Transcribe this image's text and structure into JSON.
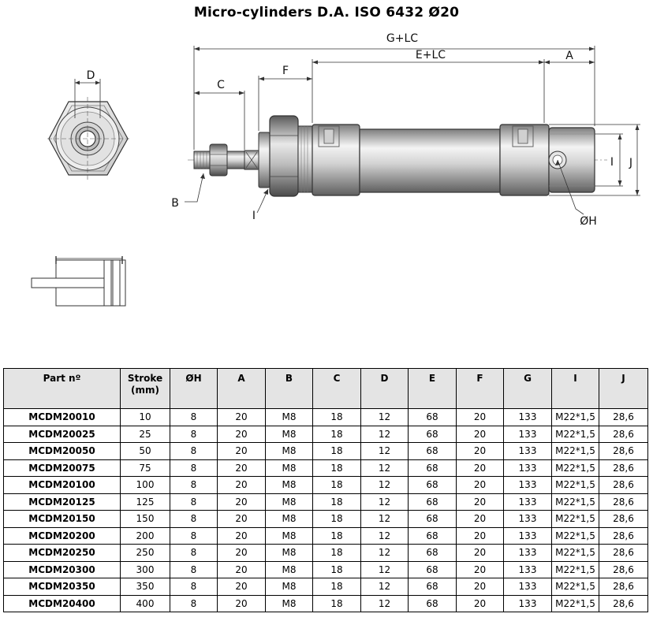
{
  "title": "Micro-cylinders D.A. ISO 6432 Ø20",
  "drawing_labels": {
    "g_lc": "G+LC",
    "e_lc": "E+LC",
    "a": "A",
    "c": "C",
    "f": "F",
    "d": "D",
    "b": "B",
    "i_bottom": "I",
    "i_right": "I",
    "j": "J",
    "oh": "ØH"
  },
  "table": {
    "headers": [
      "Part nº",
      "Stroke\n(mm)",
      "ØH",
      "A",
      "B",
      "C",
      "D",
      "E",
      "F",
      "G",
      "I",
      "J"
    ],
    "rows": [
      [
        "MCDM20010",
        "10",
        "8",
        "20",
        "M8",
        "18",
        "12",
        "68",
        "20",
        "133",
        "M22*1,5",
        "28,6"
      ],
      [
        "MCDM20025",
        "25",
        "8",
        "20",
        "M8",
        "18",
        "12",
        "68",
        "20",
        "133",
        "M22*1,5",
        "28,6"
      ],
      [
        "MCDM20050",
        "50",
        "8",
        "20",
        "M8",
        "18",
        "12",
        "68",
        "20",
        "133",
        "M22*1,5",
        "28,6"
      ],
      [
        "MCDM20075",
        "75",
        "8",
        "20",
        "M8",
        "18",
        "12",
        "68",
        "20",
        "133",
        "M22*1,5",
        "28,6"
      ],
      [
        "MCDM20100",
        "100",
        "8",
        "20",
        "M8",
        "18",
        "12",
        "68",
        "20",
        "133",
        "M22*1,5",
        "28,6"
      ],
      [
        "MCDM20125",
        "125",
        "8",
        "20",
        "M8",
        "18",
        "12",
        "68",
        "20",
        "133",
        "M22*1,5",
        "28,6"
      ],
      [
        "MCDM20150",
        "150",
        "8",
        "20",
        "M8",
        "18",
        "12",
        "68",
        "20",
        "133",
        "M22*1,5",
        "28,6"
      ],
      [
        "MCDM20200",
        "200",
        "8",
        "20",
        "M8",
        "18",
        "12",
        "68",
        "20",
        "133",
        "M22*1,5",
        "28,6"
      ],
      [
        "MCDM20250",
        "250",
        "8",
        "20",
        "M8",
        "18",
        "12",
        "68",
        "20",
        "133",
        "M22*1,5",
        "28,6"
      ],
      [
        "MCDM20300",
        "300",
        "8",
        "20",
        "M8",
        "18",
        "12",
        "68",
        "20",
        "133",
        "M22*1,5",
        "28,6"
      ],
      [
        "MCDM20350",
        "350",
        "8",
        "20",
        "M8",
        "18",
        "12",
        "68",
        "20",
        "133",
        "M22*1,5",
        "28,6"
      ],
      [
        "MCDM20400",
        "400",
        "8",
        "20",
        "M8",
        "18",
        "12",
        "68",
        "20",
        "133",
        "M22*1,5",
        "28,6"
      ]
    ]
  }
}
